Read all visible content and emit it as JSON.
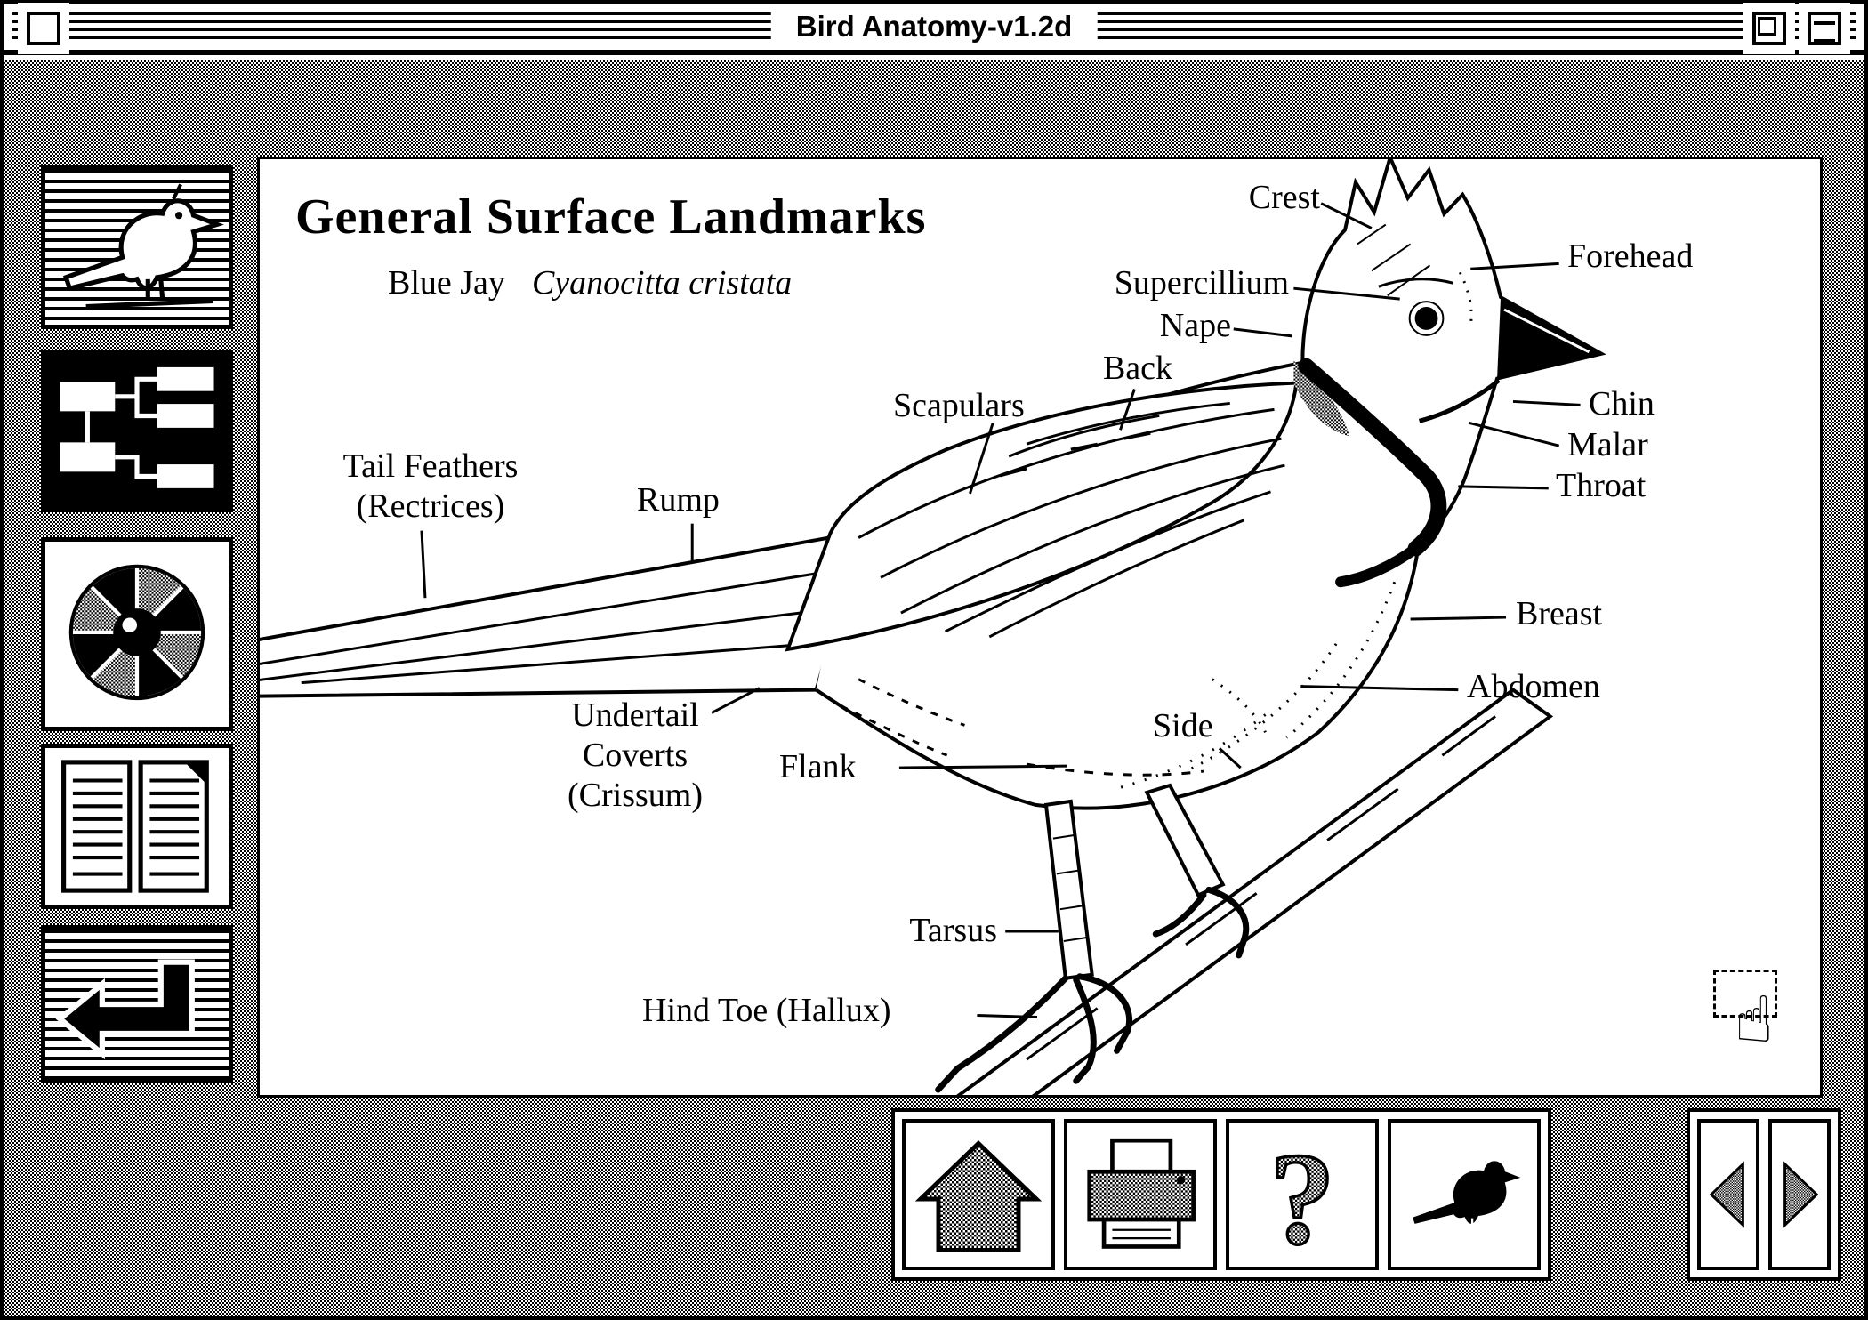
{
  "window": {
    "title": "Bird Anatomy-v1.2d"
  },
  "content": {
    "title": "General Surface Landmarks",
    "species": "Blue Jay",
    "species_latin": "Cyanocitta cristata"
  },
  "labels": [
    {
      "id": "crest",
      "text": "Crest"
    },
    {
      "id": "forehead",
      "text": "Forehead"
    },
    {
      "id": "supercillium",
      "text": "Supercillium"
    },
    {
      "id": "nape",
      "text": "Nape"
    },
    {
      "id": "back",
      "text": "Back"
    },
    {
      "id": "scapulars",
      "text": "Scapulars"
    },
    {
      "id": "chin",
      "text": "Chin"
    },
    {
      "id": "malar",
      "text": "Malar"
    },
    {
      "id": "throat",
      "text": "Throat"
    },
    {
      "id": "tail-feathers",
      "text": "Tail Feathers\n(Rectrices)"
    },
    {
      "id": "rump",
      "text": "Rump"
    },
    {
      "id": "breast",
      "text": "Breast"
    },
    {
      "id": "abdomen",
      "text": "Abdomen"
    },
    {
      "id": "undertail-coverts",
      "text": "Undertail\nCoverts\n(Crissum)"
    },
    {
      "id": "flank",
      "text": "Flank"
    },
    {
      "id": "side",
      "text": "Side"
    },
    {
      "id": "tarsus",
      "text": "Tarsus"
    },
    {
      "id": "hind-toe",
      "text": "Hind Toe (Hallux)"
    }
  ],
  "sidebar": {
    "buttons": [
      {
        "name": "bird-card-button",
        "icon": "bird-icon"
      },
      {
        "name": "map-button",
        "icon": "flowchart-icon"
      },
      {
        "name": "wheel-button",
        "icon": "color-wheel-icon"
      },
      {
        "name": "index-button",
        "icon": "text-pages-icon"
      },
      {
        "name": "back-button",
        "icon": "return-arrow-icon"
      }
    ]
  },
  "toolbar": {
    "help_label": "?",
    "buttons": [
      {
        "name": "home-button",
        "icon": "home-icon"
      },
      {
        "name": "print-button",
        "icon": "printer-icon"
      },
      {
        "name": "help-button",
        "icon": "question-mark-icon"
      },
      {
        "name": "bird-button",
        "icon": "bird-icon"
      }
    ],
    "nav": [
      {
        "name": "prev-button",
        "icon": "left-arrow-icon"
      },
      {
        "name": "next-button",
        "icon": "right-arrow-icon"
      }
    ]
  },
  "cursor": {
    "icon": "pointing-hand-cursor"
  },
  "colors": {
    "ink": "#000000",
    "paper": "#ffffff"
  }
}
